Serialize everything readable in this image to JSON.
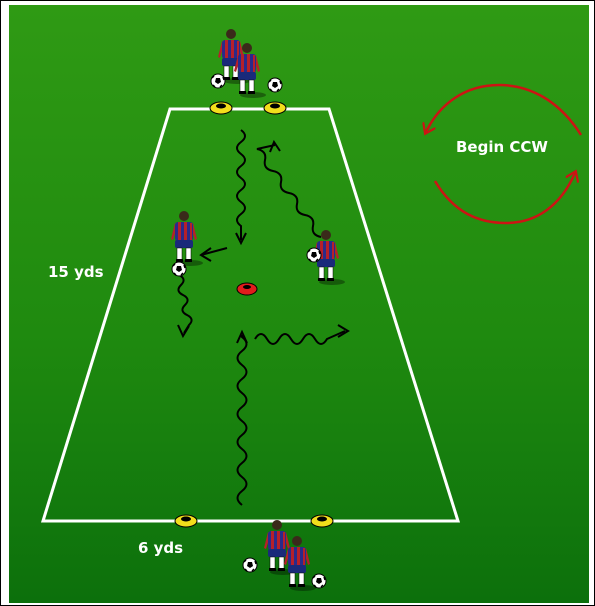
{
  "labels": {
    "begin": "Begin CCW",
    "length": "15 yds",
    "width": "6 yds"
  },
  "colors": {
    "field_top": "#2f9a14",
    "field_bottom": "#0b6e0b",
    "lines": "#ffffff",
    "cone_yellow": "#f2de1c",
    "cone_red": "#e21c1c",
    "rotation_arrow": "#cc1414",
    "jersey_red": "#b5202a",
    "jersey_blue": "#2a2a8a",
    "shorts": "#1a2a7a"
  },
  "icons": [
    "player-icon",
    "ball-icon",
    "cone-icon",
    "dribble-path-arrow",
    "rotation-arrow"
  ]
}
